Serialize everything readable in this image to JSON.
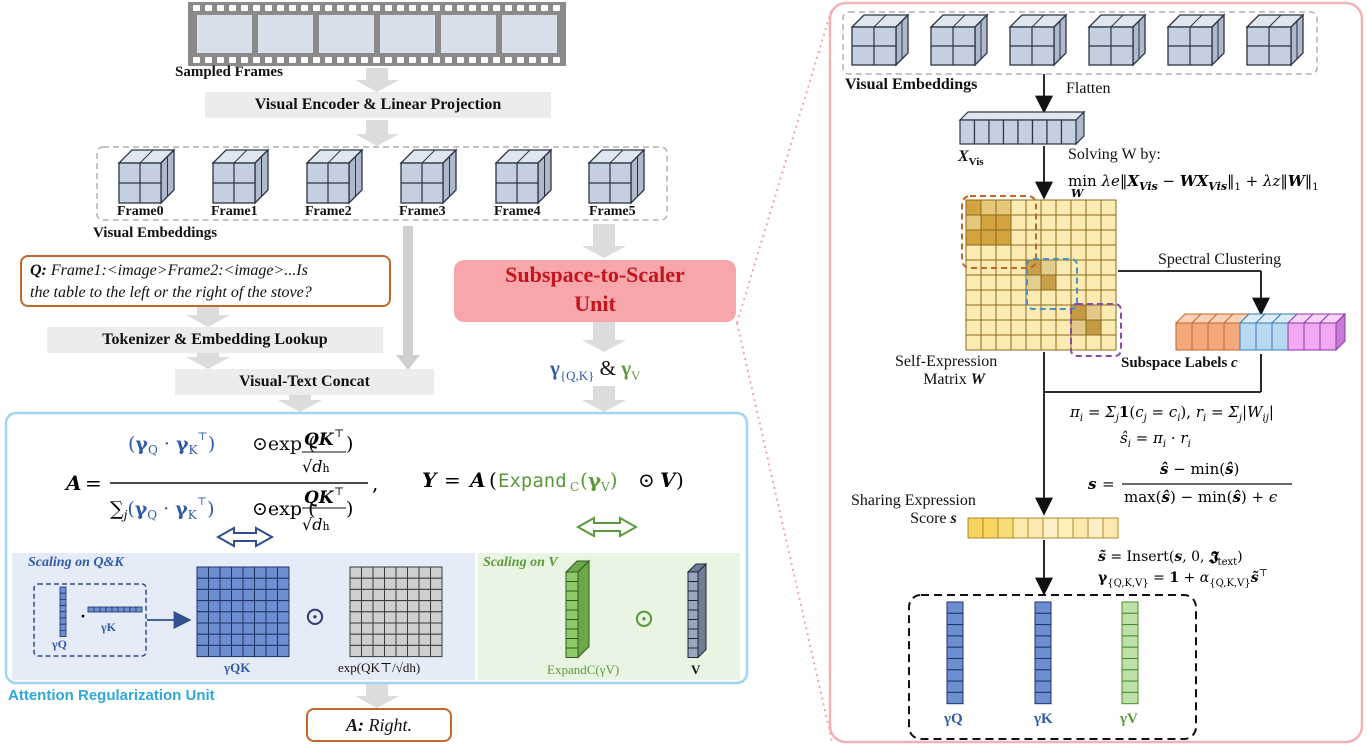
{
  "left": {
    "sampled_frames": "Sampled Frames",
    "visual_encoder": "Visual Encoder & Linear Projection",
    "frames": [
      "Frame0",
      "Frame1",
      "Frame2",
      "Frame3",
      "Frame4",
      "Frame5"
    ],
    "visual_embeddings": "Visual Embeddings",
    "question_prefix": "Q:",
    "question_line1": "Frame1:<image>Frame2:<image>...Is",
    "question_line2": "the table to the left or the right of the stove?",
    "tokenizer": "Tokenizer & Embedding Lookup",
    "concat": "Visual-Text Concat",
    "s2s_line1": "Subspace-to-Scaler",
    "s2s_line2": "Unit",
    "gamma_qk": "γ",
    "gamma_qk_sub": "{Q,K}",
    "amp": "&",
    "gamma_v": "γ",
    "gamma_v_sub": "V",
    "attention_unit": "Attention Regularization Unit",
    "scaling_qk": "Scaling on Q&K",
    "scaling_v": "Scaling on V",
    "label_gamma_q": "γQ",
    "label_gamma_k": "γK",
    "label_gamma_qk": "γQK",
    "label_exp": "exp(QK⊤/√dh)",
    "label_expand": "ExpandC(γV)",
    "label_v": "V",
    "answer_prefix": "A:",
    "answer_text": "Right."
  },
  "right": {
    "visual_embeddings": "Visual Embeddings",
    "flatten": "Flatten",
    "x_vis": "X",
    "x_vis_sub": "Vis",
    "solving": "Solving W by:",
    "spectral": "Spectral Clustering",
    "self_expr_line1": "Self-Expression",
    "self_expr_line2": "Matrix",
    "subspace_labels": "Subspace Labels",
    "sharing_line1": "Sharing Expression",
    "sharing_line2": "Score",
    "out_gamma_q": "γQ",
    "out_gamma_k": "γK",
    "out_gamma_v": "γV"
  },
  "colors": {
    "blue_accent": "#2f5aa8",
    "green_accent": "#5a9a3a",
    "orange_accent": "#c0672b",
    "pink_fill": "#f7a6ab",
    "red_text": "#c4141c",
    "cyan_border": "#9fd6ef",
    "cube_fill": "#c4cfe0",
    "matrix_fill": "#fcebb2"
  }
}
